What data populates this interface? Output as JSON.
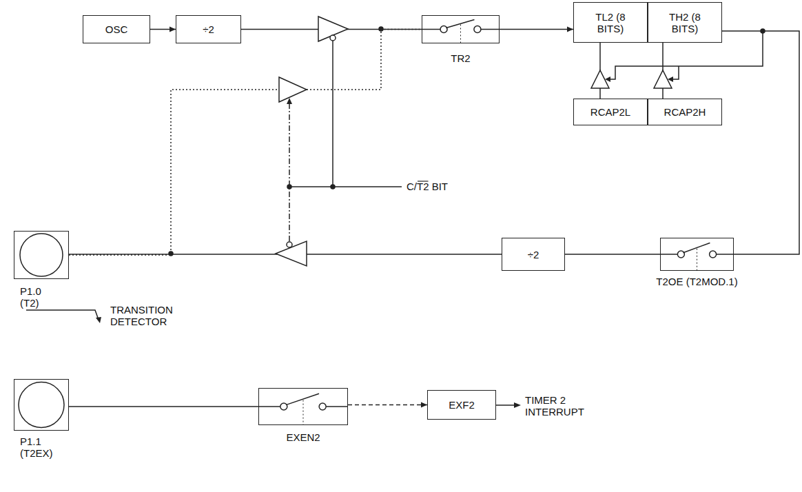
{
  "diagram": {
    "nodes": [
      {
        "text": [
          "OSC"
        ]
      },
      {
        "text": [
          "÷2"
        ]
      },
      {
        "text": [
          "TR2"
        ]
      },
      {
        "text": [
          "TL2 (8 BITS)"
        ]
      },
      {
        "text": [
          "TH2 (8 BITS)"
        ]
      },
      {
        "text": [
          "RCAP2L"
        ]
      },
      {
        "text": [
          "RCAP2H"
        ]
      },
      {
        "text": [
          "P1.0 (T2)"
        ]
      },
      {
        "text": [
          "÷2"
        ]
      },
      {
        "text": [
          "T2OE (T2MOD.1)"
        ]
      },
      {
        "text": [
          "P1.1 (T2EX)"
        ]
      },
      {
        "text": [
          "EXEN2"
        ]
      },
      {
        "text": [
          "EXF2"
        ]
      }
    ],
    "edges": [
      {
        "from": 0,
        "to": 1,
        "arrow": "to"
      },
      {
        "from": 1,
        "to": 2,
        "arrow": "none"
      },
      {
        "from": 2,
        "to": 3,
        "arrow": "to"
      },
      {
        "from": 5,
        "to": 3,
        "arrow": "none"
      },
      {
        "from": 6,
        "to": 4,
        "arrow": "none"
      },
      {
        "from": 4,
        "to": 9,
        "arrow": "none"
      },
      {
        "from": 9,
        "to": 8,
        "arrow": "none"
      },
      {
        "from": 8,
        "to": 7,
        "arrow": "none"
      },
      {
        "from": 7,
        "to": 2,
        "arrow": "none"
      },
      {
        "from": 10,
        "to": 11,
        "arrow": "none"
      },
      {
        "from": 11,
        "to": 12,
        "arrow": "to"
      }
    ],
    "labels": [
      "C/T2 BIT",
      "TIMER 2 INTERRUPT"
    ],
    "legend": [
      {
        "text": "TRANSITION DETECTOR"
      }
    ]
  }
}
